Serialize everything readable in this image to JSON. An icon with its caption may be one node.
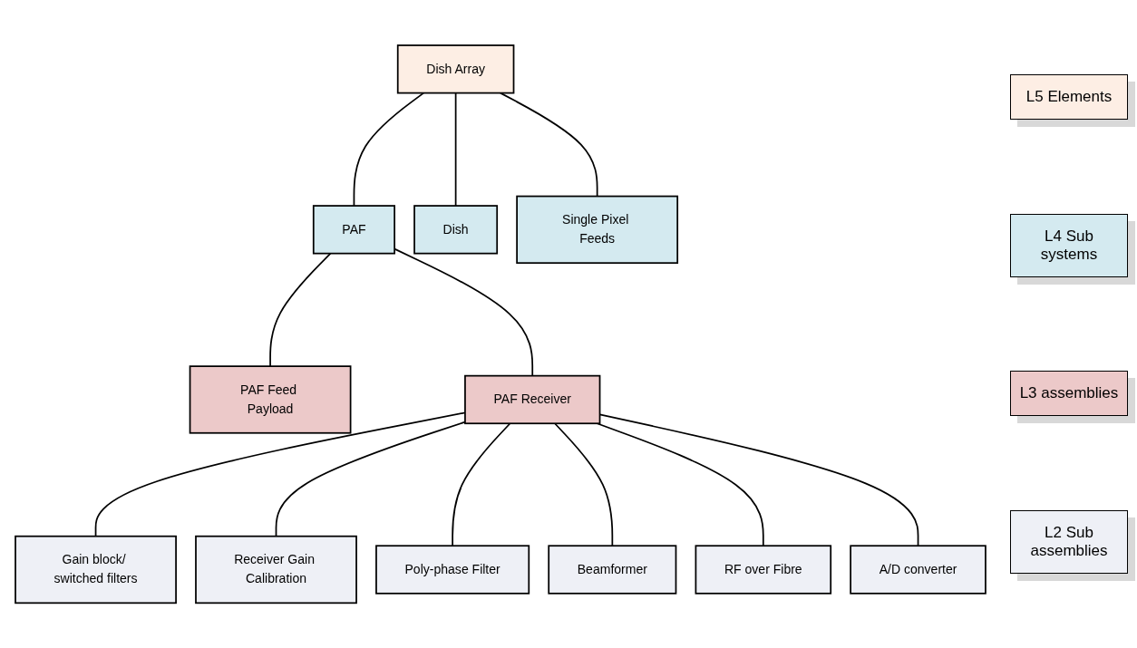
{
  "diagram": {
    "nodes": [
      {
        "text": [
          "Dish Array"
        ]
      },
      {
        "text": [
          "PAF"
        ]
      },
      {
        "text": [
          "Dish"
        ]
      },
      {
        "text": [
          "Single Pixel Feeds"
        ]
      },
      {
        "text": [
          "PAF Feed Payload"
        ]
      },
      {
        "text": [
          "PAF Receiver"
        ]
      },
      {
        "text": [
          "Gain block/ switched filters"
        ]
      },
      {
        "text": [
          "Receiver Gain Calibration"
        ]
      },
      {
        "text": [
          "Poly-phase Filter"
        ]
      },
      {
        "text": [
          "Beamformer"
        ]
      },
      {
        "text": [
          "RF over Fibre"
        ]
      },
      {
        "text": [
          "A/D converter"
        ]
      }
    ],
    "edges": [
      {
        "from": 0,
        "to": 1,
        "arrow": "none"
      },
      {
        "from": 0,
        "to": 2,
        "arrow": "none"
      },
      {
        "from": 0,
        "to": 3,
        "arrow": "none"
      },
      {
        "from": 1,
        "to": 4,
        "arrow": "none"
      },
      {
        "from": 1,
        "to": 5,
        "arrow": "none"
      },
      {
        "from": 5,
        "to": 6,
        "arrow": "none"
      },
      {
        "from": 5,
        "to": 7,
        "arrow": "none"
      },
      {
        "from": 5,
        "to": 8,
        "arrow": "none"
      },
      {
        "from": 5,
        "to": 9,
        "arrow": "none"
      },
      {
        "from": 5,
        "to": 10,
        "arrow": "none"
      },
      {
        "from": 5,
        "to": 11,
        "arrow": "none"
      }
    ],
    "legend": [
      {
        "text": "L5 Elements",
        "color": "#fdeee4"
      },
      {
        "text": "L4 Sub systems",
        "color": "#d4eaf0"
      },
      {
        "text": "L3 assemblies",
        "color": "#ecc9c9"
      },
      {
        "text": "L2 Sub assemblies",
        "color": "#eef0f6"
      }
    ]
  }
}
